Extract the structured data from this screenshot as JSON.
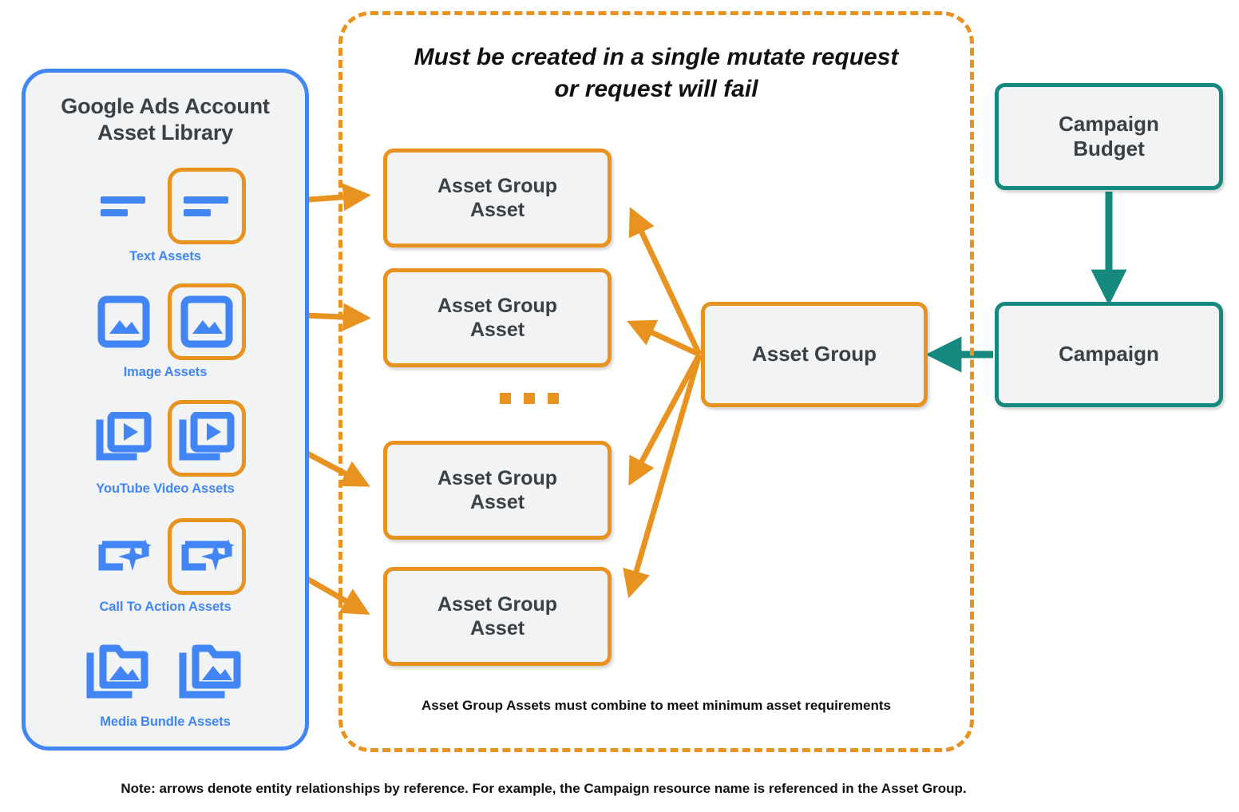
{
  "library": {
    "title_line1": "Google Ads Account",
    "title_line2": "Asset Library",
    "border_color": "#4285F4",
    "items": [
      {
        "label": "Text Assets",
        "icon": "text-asset-icon",
        "highlighted": true
      },
      {
        "label": "Image Assets",
        "icon": "image-asset-icon",
        "highlighted": true
      },
      {
        "label": "YouTube Video  Assets",
        "icon": "youtube-video-asset-icon",
        "highlighted": true
      },
      {
        "label": "Call To Action Assets",
        "icon": "call-to-action-asset-icon",
        "highlighted": true
      },
      {
        "label": "Media Bundle  Assets",
        "icon": "media-bundle-asset-icon",
        "highlighted": false
      }
    ]
  },
  "mutate_container": {
    "heading_line1": "Must be created in a single mutate request",
    "heading_line2": "or request will fail",
    "footnote": "Asset Group Assets must combine to meet minimum asset requirements",
    "border_color": "#E8921F",
    "border_style": "dashed"
  },
  "asset_group_assets": [
    {
      "line1": "Asset Group",
      "line2": "Asset"
    },
    {
      "line1": "Asset Group",
      "line2": "Asset"
    },
    {
      "line1": "Asset Group",
      "line2": "Asset"
    },
    {
      "line1": "Asset Group",
      "line2": "Asset"
    }
  ],
  "ellipsis": "...",
  "nodes": {
    "asset_group": {
      "label": "Asset Group",
      "color": "#E8921F"
    },
    "campaign_budget": {
      "line1": "Campaign",
      "line2": "Budget",
      "color": "#16897E"
    },
    "campaign": {
      "label": "Campaign",
      "color": "#16897E"
    }
  },
  "note": "Note: arrows denote entity relationships by reference. For example, the Campaign resource name is referenced in the Asset Group.",
  "colors": {
    "orange": "#E8921F",
    "blue": "#4285F4",
    "teal": "#16897E",
    "node_fill": "#F1F3F4",
    "text_dark": "#3C4043"
  }
}
